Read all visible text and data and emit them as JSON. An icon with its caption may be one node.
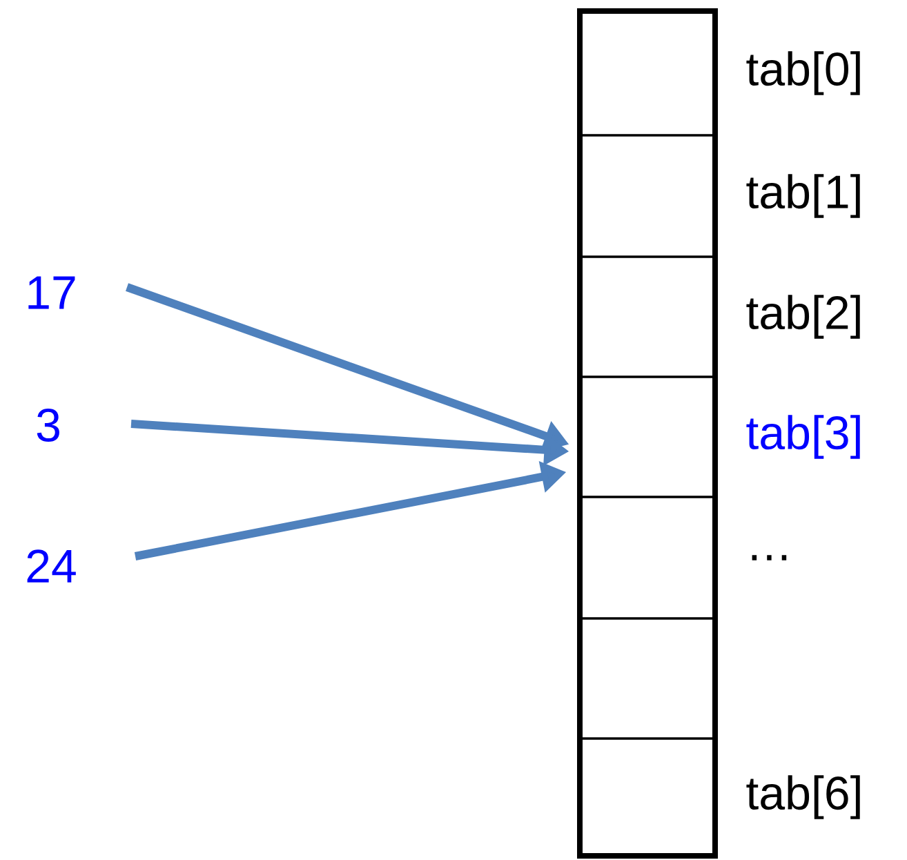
{
  "diagram": {
    "nodes": [
      {
        "text": [],
        "shape": "box",
        "beside": [
          "tab[0]"
        ]
      },
      {
        "text": [],
        "shape": "box",
        "beside": [
          "tab[1]"
        ]
      },
      {
        "text": [],
        "shape": "box",
        "beside": [
          "tab[2]"
        ]
      },
      {
        "text": [],
        "shape": "box",
        "beside": [
          "tab[3]"
        ]
      },
      {
        "text": [],
        "shape": "box",
        "beside": [
          "…"
        ]
      },
      {
        "text": [],
        "shape": "box"
      },
      {
        "text": [],
        "shape": "box",
        "beside": [
          "tab[6]"
        ]
      },
      {
        "text": [
          "17"
        ]
      },
      {
        "text": [
          "3"
        ]
      },
      {
        "text": [
          "24"
        ]
      }
    ],
    "edges": [
      {
        "from": 7,
        "to": 3,
        "arrow": "to"
      },
      {
        "from": 8,
        "to": 3,
        "arrow": "to"
      },
      {
        "from": 9,
        "to": 3,
        "arrow": "to"
      }
    ]
  }
}
